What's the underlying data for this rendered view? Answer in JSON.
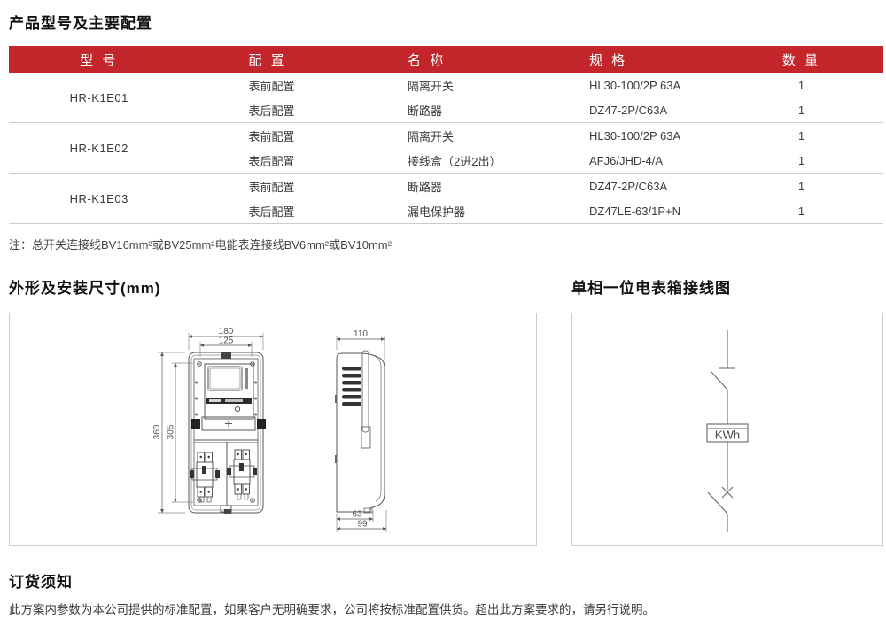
{
  "title": "产品型号及主要配置",
  "colors": {
    "header_red": "#c2262b",
    "divider_gray": "#cccccc"
  },
  "table": {
    "headers": {
      "model": "型 号",
      "config": "配 置",
      "name": "名 称",
      "spec": "规 格",
      "qty": "数 量"
    },
    "groups": [
      {
        "model": "HR-K1E01",
        "rows": [
          {
            "config": "表前配置",
            "name": "隔离开关",
            "spec": "HL30-100/2P 63A",
            "qty": "1"
          },
          {
            "config": "表后配置",
            "name": "断路器",
            "spec": "DZ47-2P/C63A",
            "qty": "1"
          }
        ]
      },
      {
        "model": "HR-K1E02",
        "rows": [
          {
            "config": "表前配置",
            "name": "隔离开关",
            "spec": "HL30-100/2P 63A",
            "qty": "1"
          },
          {
            "config": "表后配置",
            "name": "接线盒（2进2出）",
            "spec": "AFJ6/JHD-4/A",
            "qty": "1"
          }
        ]
      },
      {
        "model": "HR-K1E03",
        "rows": [
          {
            "config": "表前配置",
            "name": "断路器",
            "spec": "DZ47-2P/C63A",
            "qty": "1"
          },
          {
            "config": "表后配置",
            "name": "漏电保护器",
            "spec": "DZ47LE-63/1P+N",
            "qty": "1"
          }
        ]
      }
    ]
  },
  "note": "注：总开关连接线BV16mm²或BV25mm²电能表连接线BV6mm²或BV10mm²",
  "sections": {
    "dimensions": {
      "title": "外形及安装尺寸(mm)"
    },
    "wiring": {
      "title": "单相一位电表箱接线图",
      "kwh_label": "KWh"
    },
    "order": {
      "title": "订货须知",
      "text": "此方案内参数为本公司提供的标准配置，如果客户无明确要求，公司将按标准配置供货。超出此方案要求的，请另行说明。"
    }
  },
  "drawing": {
    "front_view": {
      "width_outer": "180",
      "width_inner": "125",
      "height_outer": "360",
      "height_inner": "305"
    },
    "side_view": {
      "depth": "110",
      "bottom_inner": "63",
      "bottom_outer": "99"
    }
  }
}
